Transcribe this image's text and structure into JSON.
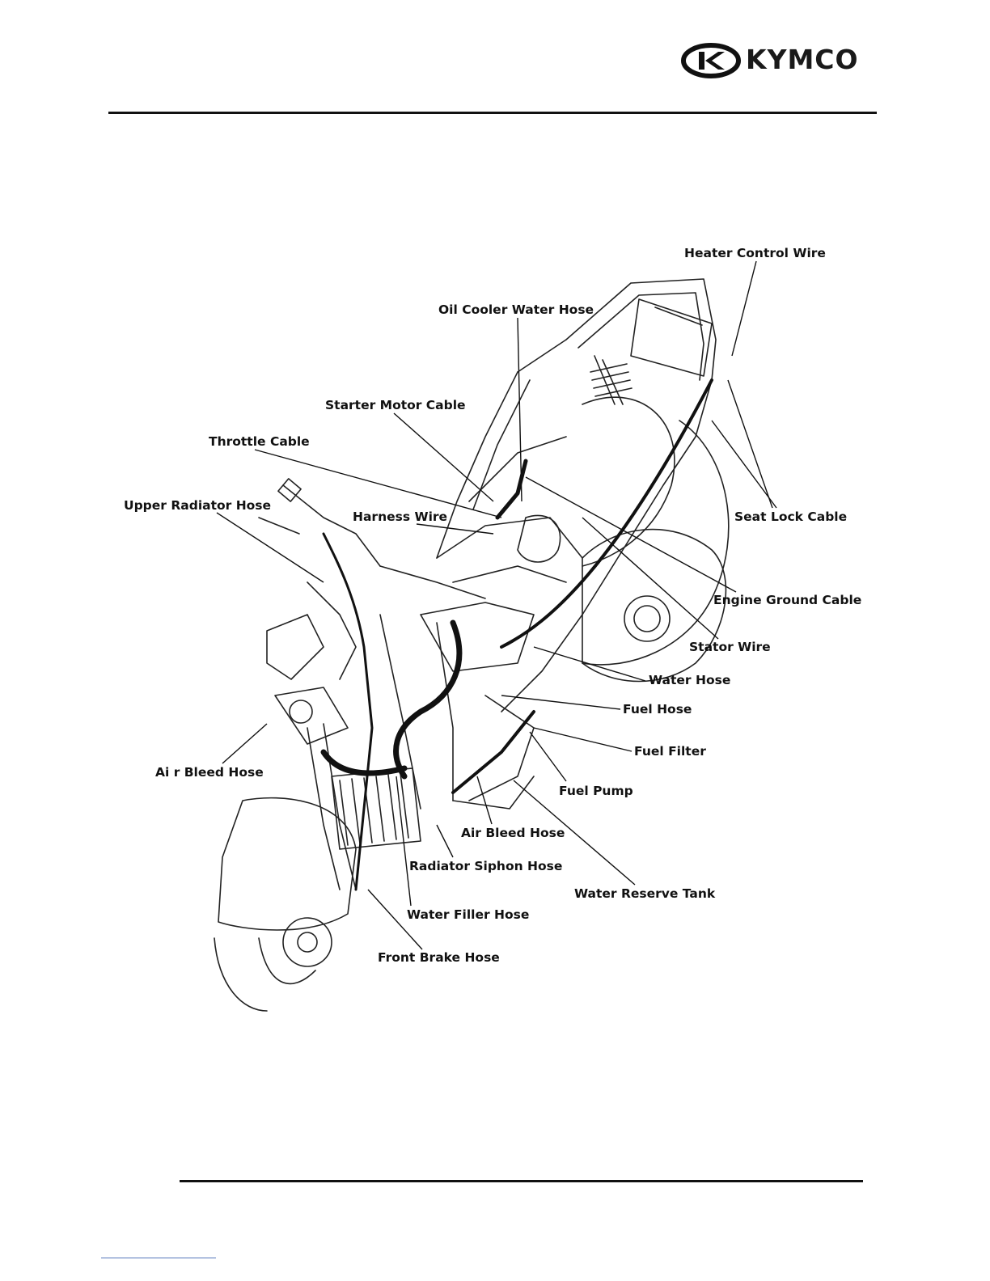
{
  "brand": {
    "name": "KYMCO"
  },
  "callouts": [
    {
      "key": "heater_control_wire",
      "text": "Heater Control Wire"
    },
    {
      "key": "oil_cooler_water_hose",
      "text": "Oil Cooler Water Hose"
    },
    {
      "key": "starter_motor_cable",
      "text": "Starter Motor Cable"
    },
    {
      "key": "throttle_cable",
      "text": "Throttle Cable"
    },
    {
      "key": "upper_radiator_hose",
      "text": "Upper Radiator Hose"
    },
    {
      "key": "harness_wire",
      "text": "Harness Wire"
    },
    {
      "key": "seat_lock_cable",
      "text": "Seat Lock Cable"
    },
    {
      "key": "engine_ground_cable",
      "text": "Engine Ground Cable"
    },
    {
      "key": "stator_wire",
      "text": "Stator Wire"
    },
    {
      "key": "water_hose",
      "text": "Water Hose"
    },
    {
      "key": "fuel_hose",
      "text": "Fuel Hose"
    },
    {
      "key": "fuel_filter",
      "text": "Fuel Filter"
    },
    {
      "key": "air_bleed_hose_left",
      "text": "Ai r Bleed Hose"
    },
    {
      "key": "fuel_pump",
      "text": "Fuel Pump"
    },
    {
      "key": "air_bleed_hose",
      "text": "Air Bleed Hose"
    },
    {
      "key": "radiator_siphon_hose",
      "text": "Radiator Siphon Hose"
    },
    {
      "key": "water_reserve_tank",
      "text": "Water Reserve Tank"
    },
    {
      "key": "water_filler_hose",
      "text": "Water Filler Hose"
    },
    {
      "key": "front_brake_hose",
      "text": "Front Brake Hose"
    }
  ]
}
